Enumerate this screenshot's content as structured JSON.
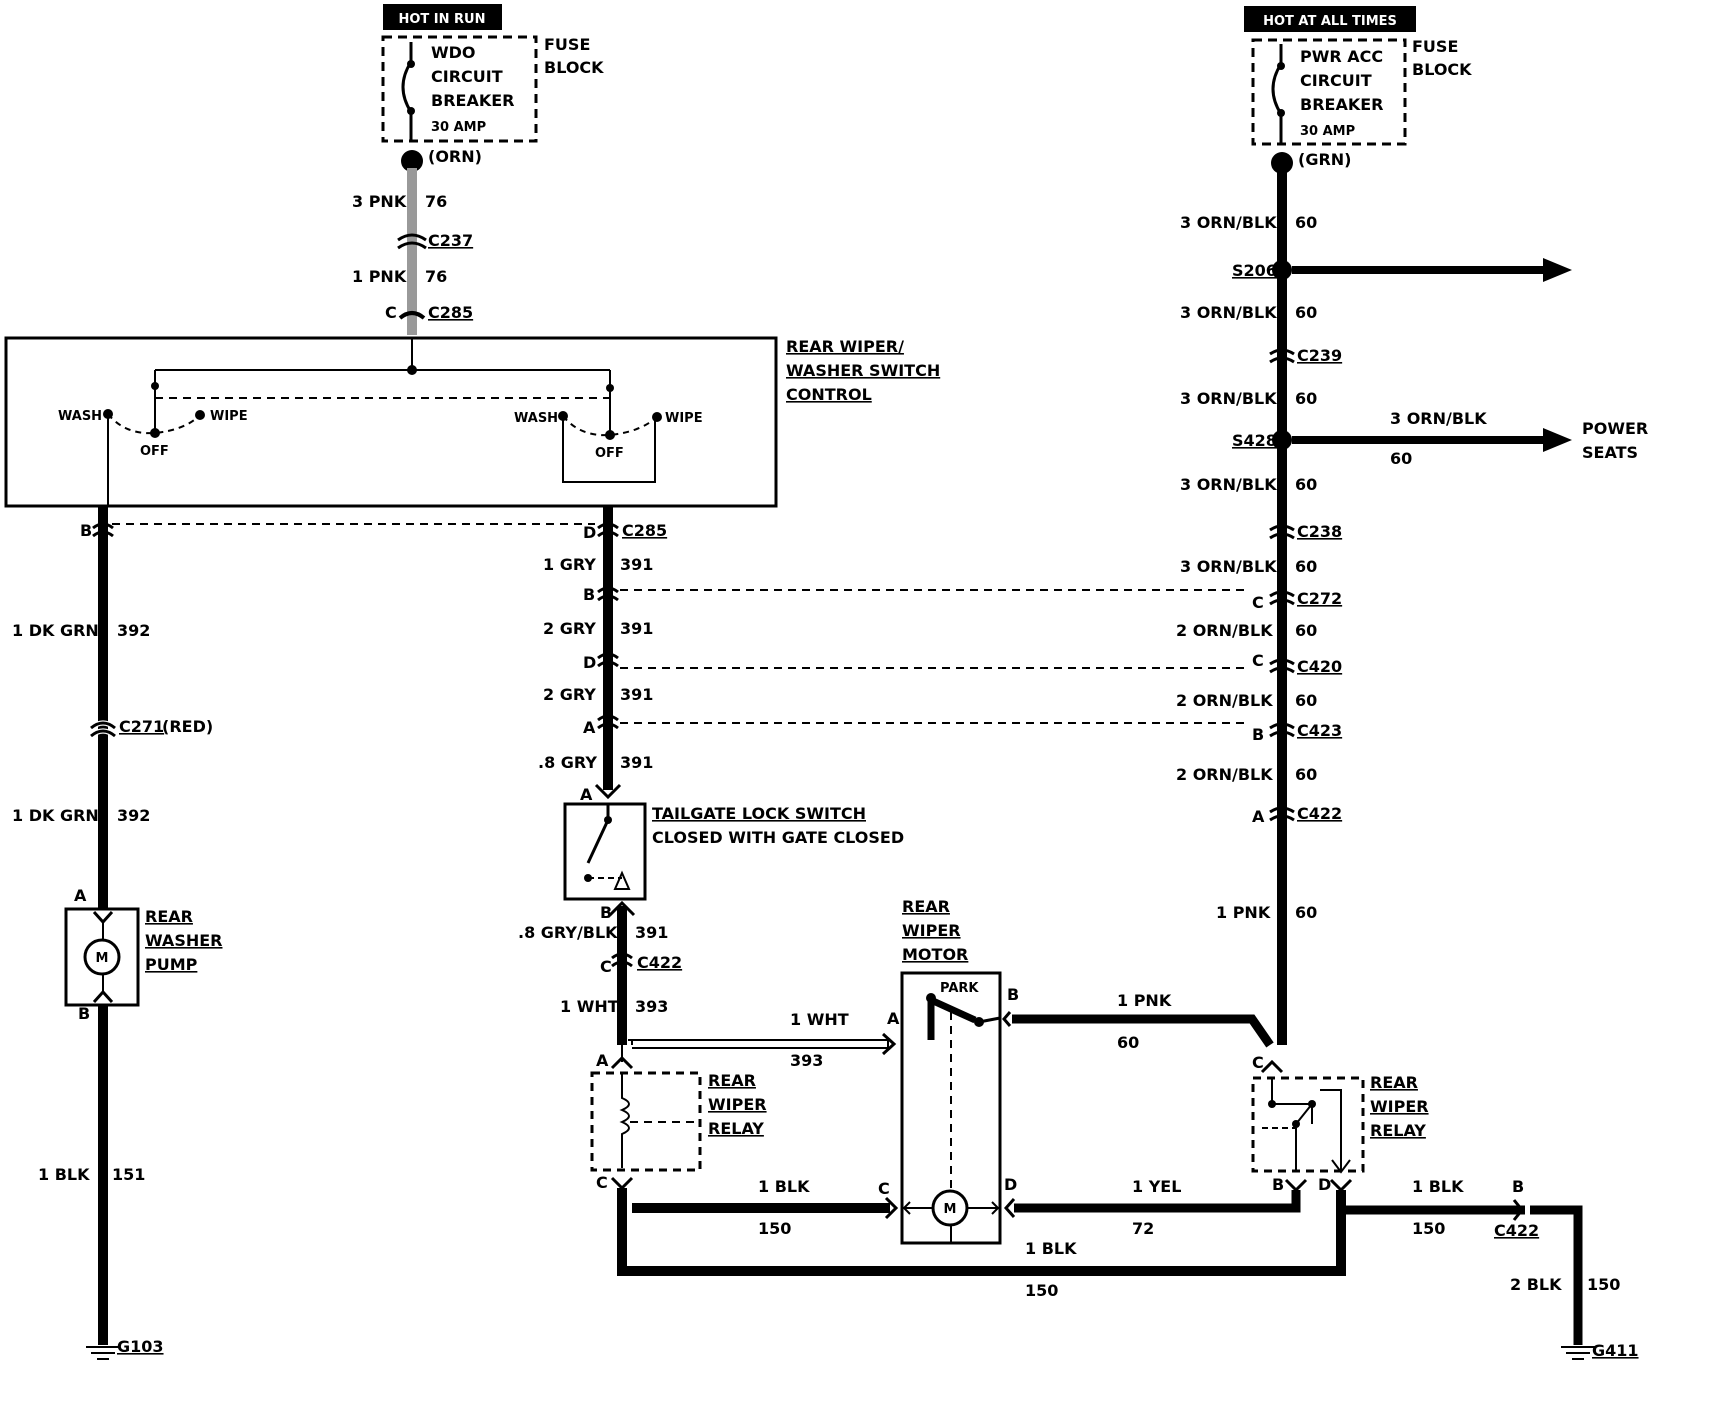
{
  "hot_labels": {
    "run": "HOT IN RUN",
    "all_times": "HOT AT ALL TIMES"
  },
  "fuse_left": {
    "title": [
      "WDO",
      "CIRCUIT",
      "BREAKER"
    ],
    "rating": "30 AMP",
    "block": [
      "FUSE",
      "BLOCK"
    ],
    "connector_color": "(ORN)"
  },
  "fuse_right": {
    "title": [
      "PWR ACC",
      "CIRCUIT",
      "BREAKER"
    ],
    "rating": "30 AMP",
    "block": [
      "FUSE",
      "BLOCK"
    ],
    "connector_color": "(GRN)"
  },
  "switch_control": {
    "name": [
      "REAR WIPER/",
      "WASHER SWITCH",
      "CONTROL"
    ],
    "wash": "WASH",
    "wipe": "WIPE",
    "off": "OFF"
  },
  "tailgate": {
    "name": "TAILGATE LOCK SWITCH",
    "note": "CLOSED WITH GATE CLOSED"
  },
  "washer_pump": {
    "name": [
      "REAR",
      "WASHER",
      "PUMP"
    ],
    "motor": "M"
  },
  "wiper_motor": {
    "name": [
      "REAR",
      "WIPER",
      "MOTOR"
    ],
    "park": "PARK",
    "motor": "M"
  },
  "relay_left": {
    "name": [
      "REAR",
      "WIPER",
      "RELAY"
    ]
  },
  "relay_right": {
    "name": [
      "REAR",
      "WIPER",
      "RELAY"
    ]
  },
  "power_seats": [
    "POWER",
    "SEATS"
  ],
  "grounds": {
    "left": "G103",
    "right": "G411"
  },
  "connectors": {
    "c237": "C237",
    "c285_top": "C285",
    "c285_mid": "C285",
    "c271": "C271",
    "c271_color": "(RED)",
    "c272": "C272",
    "c420": "C420",
    "c423": "C423",
    "c422_right": "C422",
    "c422_mid": "C422",
    "c422_bottom": "C422",
    "c239": "C239",
    "c238": "C238",
    "s206": "S206",
    "s428": "S428"
  },
  "pins": {
    "a": "A",
    "b": "B",
    "c": "C",
    "d": "D"
  },
  "wires": {
    "pnk3": "3 PNK",
    "c76": "76",
    "pnk1": "1 PNK",
    "dkgrn": "1 DK GRN",
    "c392": "392",
    "blk1": "1 BLK",
    "c151": "151",
    "gry1": "1 GRY",
    "gry2": "2 GRY",
    "gry08": ".8 GRY",
    "c391": "391",
    "grayblk": ".8 GRY/BLK",
    "wht1": "1 WHT",
    "c393": "393",
    "ornblk3": "3 ORN/BLK",
    "ornblk2": "2 ORN/BLK",
    "c60": "60",
    "ornblk3_seats": "3 ORN/BLK",
    "c150": "150",
    "yel1": "1 YEL",
    "c72": "72",
    "blk2": "2 BLK"
  }
}
